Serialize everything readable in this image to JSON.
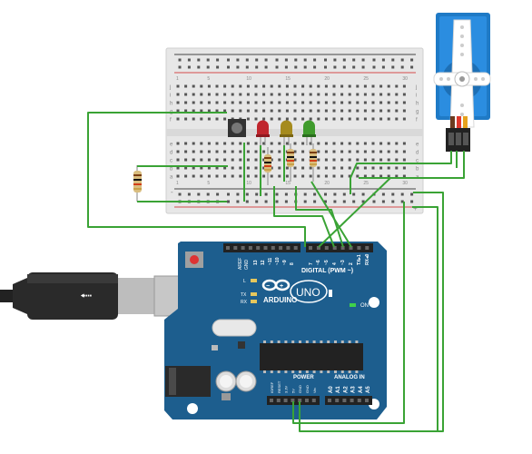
{
  "board": {
    "brand": "ARDUINO",
    "model": "UNO",
    "digital_label": "DIGITAL (PWM ~)",
    "power_label": "POWER",
    "analog_label": "ANALOG IN",
    "on_label": "ON",
    "l_label": "L",
    "tx_label": "TX",
    "rx_label": "RX",
    "aref": "AREF",
    "gnd": "GND",
    "top_pins": [
      "13",
      "12",
      "~11",
      "~10",
      "~9",
      "8",
      "7",
      "~6",
      "~5",
      "4",
      "~3",
      "2",
      "TX▸1",
      "RX◂0"
    ],
    "power_pins": [
      "IOREF",
      "RESET",
      "3.3V",
      "5V",
      "GND",
      "GND",
      "Vin"
    ],
    "analog_pins": [
      "A0",
      "A1",
      "A2",
      "A3",
      "A4",
      "A5"
    ]
  },
  "breadboard": {
    "rows": [
      "j",
      "i",
      "h",
      "g",
      "f",
      "e",
      "d",
      "c",
      "b",
      "a"
    ],
    "cols": [
      "1",
      "5",
      "10",
      "15",
      "20",
      "25",
      "30"
    ],
    "rail_plus": "+",
    "rail_minus": "-"
  },
  "colors": {
    "wire": "#3aa335",
    "board": "#1d5e8e",
    "breadboard": "#e9e9e9",
    "led_red": "#c0262d",
    "led_yellow": "#a58b1d",
    "led_green": "#3f9b2c",
    "rail_red": "#d44b4b",
    "rail_dark": "#444444"
  }
}
